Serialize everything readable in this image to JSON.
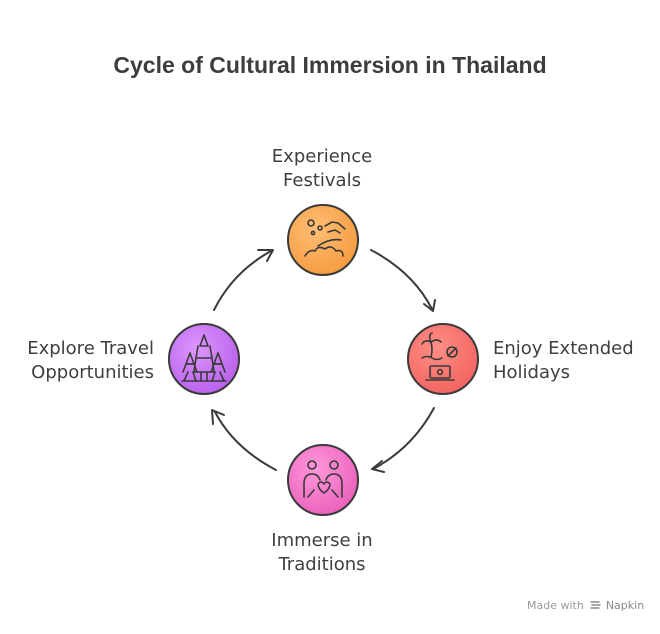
{
  "title": "Cycle of Cultural Immersion in Thailand",
  "nodes": [
    {
      "id": "experience-festivals",
      "line1": "Experience",
      "line2": "Festivals",
      "icon": "fireworks-hand-icon",
      "color": "#f7a14c"
    },
    {
      "id": "enjoy-extended-holidays",
      "line1": "Enjoy Extended",
      "line2": "Holidays",
      "icon": "beach-laptop-icon",
      "color": "#f56f6c"
    },
    {
      "id": "immerse-in-traditions",
      "line1": "Immerse in",
      "line2": "Traditions",
      "icon": "people-connection-icon",
      "color": "#ef6fc4"
    },
    {
      "id": "explore-travel-opportunities",
      "line1": "Explore Travel",
      "line2": "Opportunities",
      "icon": "temple-icon",
      "color": "#c36ef0"
    }
  ],
  "cycle_direction": "clockwise",
  "watermark": {
    "prefix": "Made with",
    "brand": "Napkin",
    "icon": "napkin-logo-icon"
  }
}
